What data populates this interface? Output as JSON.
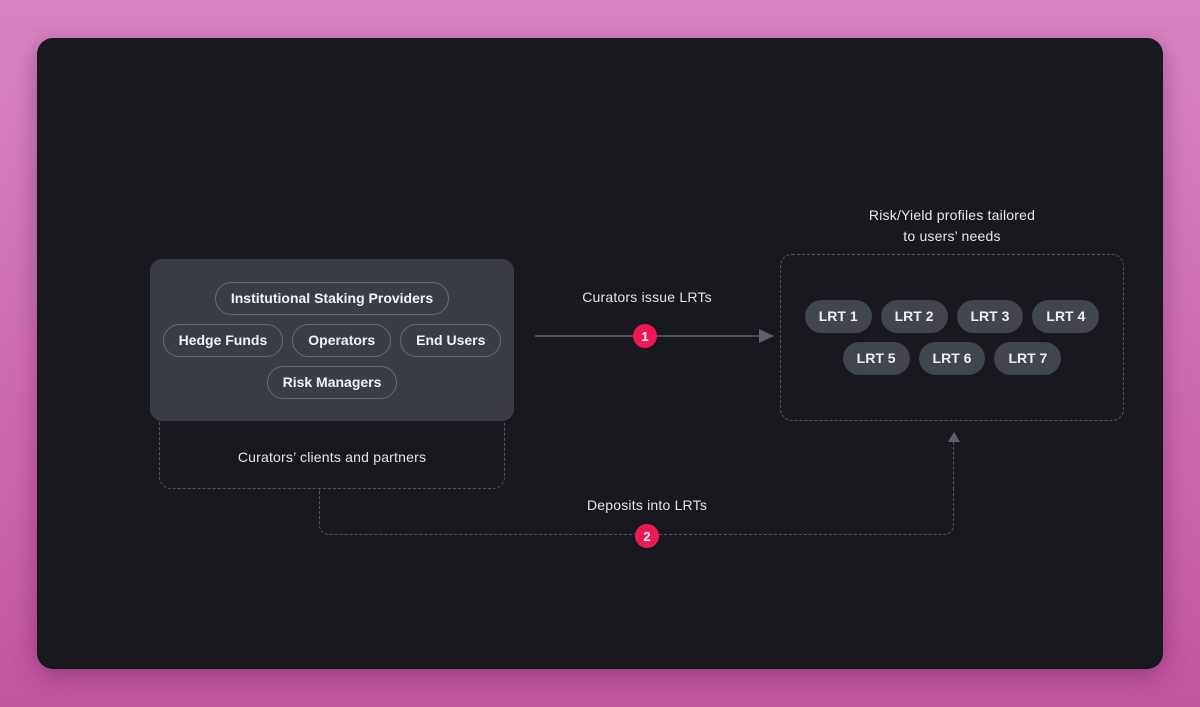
{
  "clients_box": {
    "row1": [
      "Institutional Staking Providers"
    ],
    "row2": [
      "Hedge Funds",
      "Operators",
      "End Users"
    ],
    "row3": [
      "Risk Managers"
    ],
    "caption": "Curators’ clients and partners"
  },
  "lrt_box": {
    "title_line1": "Risk/Yield profiles tailored",
    "title_line2": "to users’ needs",
    "row1": [
      "LRT 1",
      "LRT 2",
      "LRT 3",
      "LRT 4"
    ],
    "row2": [
      "LRT 5",
      "LRT 6",
      "LRT 7"
    ]
  },
  "flows": [
    {
      "number": "1",
      "label": "Curators issue LRTs"
    },
    {
      "number": "2",
      "label": "Deposits into LRTs"
    }
  ],
  "colors": {
    "accent_pink": "#ed1a56",
    "background_top": "#d983c4",
    "background_bottom": "#c2559f",
    "panel": "#18181e",
    "clients_box_fill": "#3a3d45",
    "lrt_pill_fill": "#41454e",
    "line_gray": "#4b4f58",
    "dash_gray": "#54575f",
    "text": "#e5e6e8"
  }
}
